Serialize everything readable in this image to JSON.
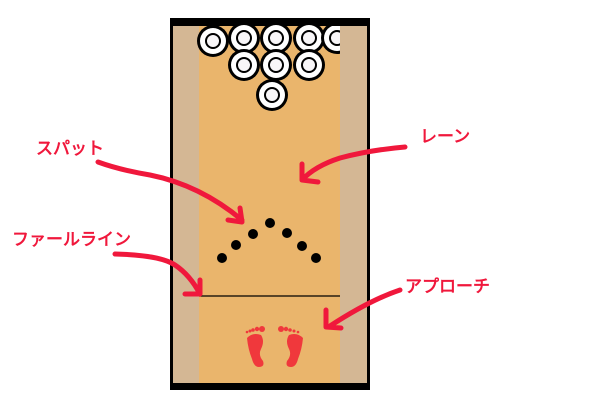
{
  "title": "Bowling lane diagram",
  "labels": {
    "spot": "スパット",
    "lane": "レーン",
    "foul_line": "ファールライン",
    "approach": "アプローチ"
  },
  "colors": {
    "label": "#F0183C",
    "lane": "#EAB56C",
    "gutter": "#D4B794",
    "border": "#000000",
    "footprint": "#F0383C"
  },
  "pins_visible": 9,
  "spot_markers": 7
}
